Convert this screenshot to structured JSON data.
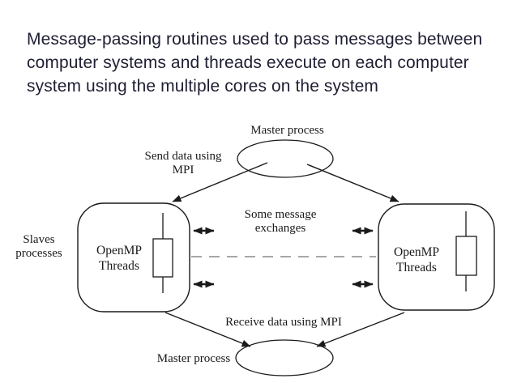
{
  "title": {
    "lines": [
      "Message-passing routines used to pass messages between",
      "computer systems and threads execute on each computer",
      "system using the multiple cores on the system"
    ]
  },
  "colors": {
    "title": "#1f1f33",
    "diagram_line": "#1a1a1a",
    "dashed_line": "#8a8a8a",
    "background": "#ffffff"
  },
  "diagram": {
    "top_process": {
      "label": "Master process"
    },
    "bottom_process": {
      "label": "Master process"
    },
    "send_label": {
      "line1": "Send data using",
      "line2": "MPI"
    },
    "exchange_label": {
      "line1": "Some message",
      "line2": "exchanges"
    },
    "slaves_label": {
      "line1": "Slaves",
      "line2": "processes"
    },
    "left_node": {
      "line1": "OpenMP",
      "line2": "Threads"
    },
    "right_node": {
      "line1": "OpenMP",
      "line2": "Threads"
    },
    "receive_label": "Receive data using MPI"
  }
}
